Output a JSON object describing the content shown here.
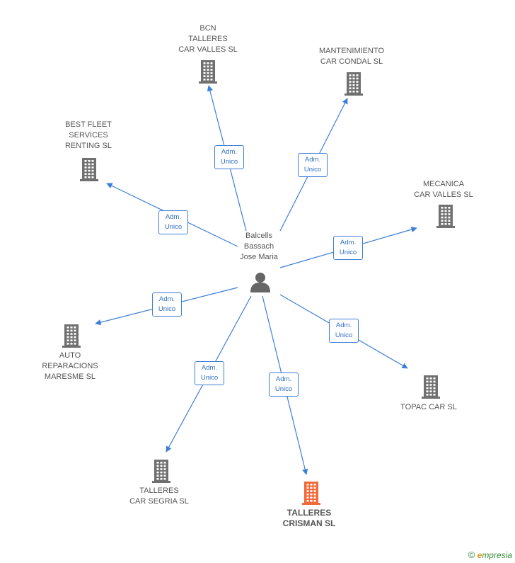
{
  "center": {
    "name_lines": [
      "Balcells",
      "Bassach",
      "Jose Maria"
    ],
    "icon": "person-icon"
  },
  "companies": [
    {
      "id": "bcn-talleres",
      "lines": [
        "BCN",
        "TALLERES",
        "CAR VALLES SL"
      ],
      "color": "#707070",
      "focus": false
    },
    {
      "id": "mantenimiento",
      "lines": [
        "MANTENIMIENTO",
        "CAR CONDAL SL"
      ],
      "color": "#707070",
      "focus": false
    },
    {
      "id": "best-fleet",
      "lines": [
        "BEST FLEET",
        "SERVICES",
        "RENTING SL"
      ],
      "color": "#707070",
      "focus": false
    },
    {
      "id": "mecanica",
      "lines": [
        "MECANICA",
        "CAR VALLES SL"
      ],
      "color": "#707070",
      "focus": false
    },
    {
      "id": "auto-reparacions",
      "lines": [
        "AUTO",
        "REPARACIONS",
        "MARESME SL"
      ],
      "color": "#707070",
      "focus": false
    },
    {
      "id": "topac",
      "lines": [
        "TOPAC CAR SL"
      ],
      "color": "#707070",
      "focus": false
    },
    {
      "id": "talleres-segria",
      "lines": [
        "TALLERES",
        "CAR SEGRIA SL"
      ],
      "color": "#707070",
      "focus": false
    },
    {
      "id": "talleres-crisman",
      "lines": [
        "TALLERES",
        "CRISMAN SL"
      ],
      "color": "#f26a3a",
      "focus": true
    }
  ],
  "relation": {
    "line1": "Adm.",
    "line2": "Unico"
  },
  "edge_color": "#3d7fd6",
  "footer": {
    "copyright": "©",
    "brand_initial": "e",
    "brand_rest": "mpresia"
  }
}
